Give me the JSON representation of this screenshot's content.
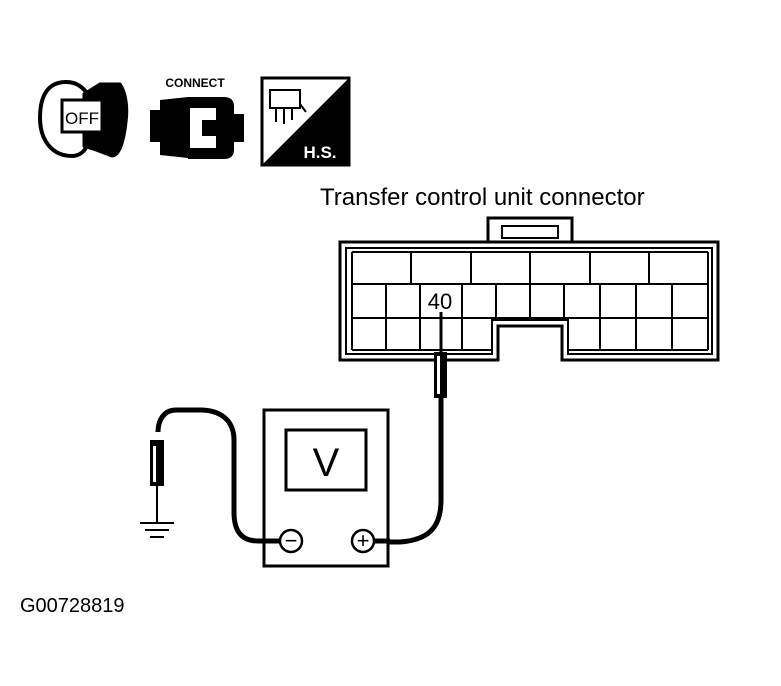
{
  "icons": {
    "ignition": {
      "label": "OFF",
      "icon": "ignition-key-off-icon"
    },
    "connect": {
      "label": "CONNECT",
      "icon": "connector-connect-icon"
    },
    "harness": {
      "label": "H.S.",
      "icon": "harness-side-icon"
    }
  },
  "connector": {
    "title": "Transfer control unit connector",
    "terminal_label": "40"
  },
  "meter": {
    "label": "V",
    "negative_symbol": "−",
    "positive_symbol": "+"
  },
  "figure_id": "G00728819"
}
